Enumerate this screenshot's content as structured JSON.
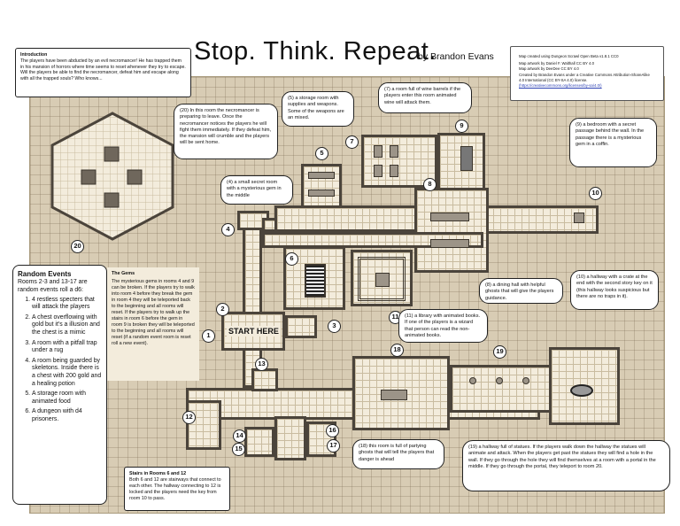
{
  "title": "Stop. Think. Repeat.",
  "byline": "by Brandon Evans",
  "intro": {
    "heading": "Introduction",
    "text": "The players have been abducted by an evil necromancer! He has trapped them in his mansion of horrors where time seems to reset whenever they try to escape. Will the players be able to find the necromancer, defeat him and escape along with all the trapped souls? Who knows..."
  },
  "credits": {
    "line1": "Map created using Dungeon Scrawl Open Beta v1.8.1 CC0",
    "line2": "Map artwork by Daniel F. Walthall CC BY 4.0",
    "line3": "Map artwork by DeeDee CC BY 4.0",
    "line4": "Created by Brandon Evans under a Creative Commons Attribution-ShareAlike 4.0 International (CC BY-SA 4.0) license.",
    "link": "(https://creativecommons.org/licenses/by-sa/4.0/)"
  },
  "start_label": "START HERE",
  "rooms": {
    "r1": "1",
    "r2": "2",
    "r3": "3",
    "r4": "4",
    "r5": "5",
    "r6": "6",
    "r7": "7",
    "r8": "8",
    "r9": "9",
    "r10": "10",
    "r11": "11",
    "r12": "12",
    "r13": "13",
    "r14": "14",
    "r15": "15",
    "r16": "16",
    "r17": "17",
    "r18": "18",
    "r19": "19",
    "r20": "20"
  },
  "callouts": {
    "c20": "(20) In this room the necromancer is preparing to leave. Once the necromancer notices the players he will fight them immediately. If they defeat him, the mansion will crumble and the players will be sent home.",
    "c5": "(5) a storage room with supplies and weapons. Some of the weapons are an mixed.",
    "c7": "(7) a room full of wine barrels if the players enter this room animated wine will attack them.",
    "c9": "(9) a bedroom with a secret passage behind the wall. In the passage there is a mysterious gem in a coffin.",
    "c4": "(4) a small secret room with a mysterious gem in the middle",
    "c8": "(8) a dining hall with helpful ghosts that will give the players guidance.",
    "c10": "(10) a hallway with a crate at the end with the second story key on it (this hallway looks suspicious but there are no traps in it).",
    "c11": "(11) a library with animated books. If one of the players is a wizard that person can read the non-animated books.",
    "c18": "(18) this room is full of partying ghosts that will tell the players that danger is ahead",
    "c19": "(19) a hallway full of statues. If the players walk down the hallway the statues will animate and attack. When the players get past the statues they will find a hole in the wall. If they go through the hole they will find themselves at a room with a portal in the middle. If they go through the portal, they teleport to room 20."
  },
  "gems": {
    "heading": "The Gems",
    "text": "The mysterious gems in rooms 4 and 9 can be broken. If the players try to walk into room 4 before they break the gem in room 4 they will be teleported back to the beginning and all rooms will reset. If the players try to walk up the stairs in room 6 before the gem in room 9 is broken they will be teleported to the beginning and all rooms will reset (if a random event room is reset roll a new event)."
  },
  "random_events": {
    "heading": "Random Events",
    "intro": "Rooms 2-3 and 13-17 are random events roll a d6:",
    "items": [
      "4 restless specters that will attack the players",
      "A chest overflowing with gold but it's a illusion and the chest is a mimic",
      "A room with a pitfall trap under a rug",
      "A room being guarded by skeletons. Inside there is a chest with 200 gold and a healing potion",
      "A storage room with animated food",
      "A dungeon with d4 prisoners."
    ]
  },
  "stairs": {
    "heading": "Stairs in Rooms 6 and 12",
    "text": "Both 6 and 12 are stairways that connect to each other. The hallway connecting to 12 is locked and the players need the key from room 10 to pass."
  }
}
